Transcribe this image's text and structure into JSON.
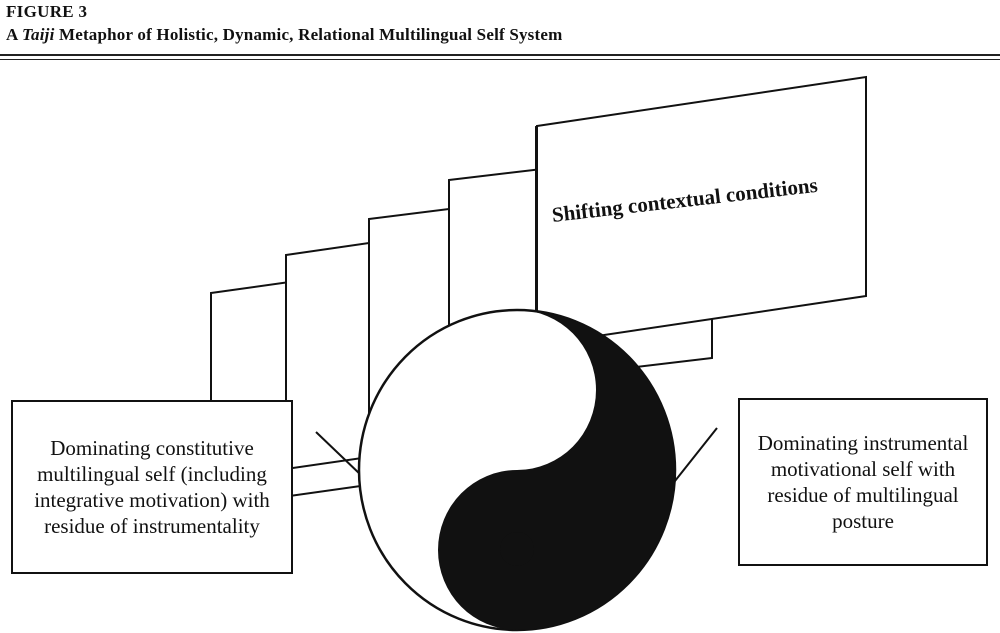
{
  "figure": {
    "label": "FIGURE 3",
    "caption_prefix": "A ",
    "caption_italic": "Taiji",
    "caption_suffix": " Metaphor of Holistic, Dynamic, Relational Multilingual Self System"
  },
  "diagram": {
    "top_panel_text": "Shifting contextual conditions",
    "left_box_text": "Dominating constitutive multilingual self (including integrative motivation) with residue of instrumentality",
    "right_box_text": "Dominating instrumental motivational self with residue of multilingual posture",
    "symbol": "taiji-yin-yang",
    "colors": {
      "ink": "#111111",
      "paper": "#ffffff"
    }
  }
}
